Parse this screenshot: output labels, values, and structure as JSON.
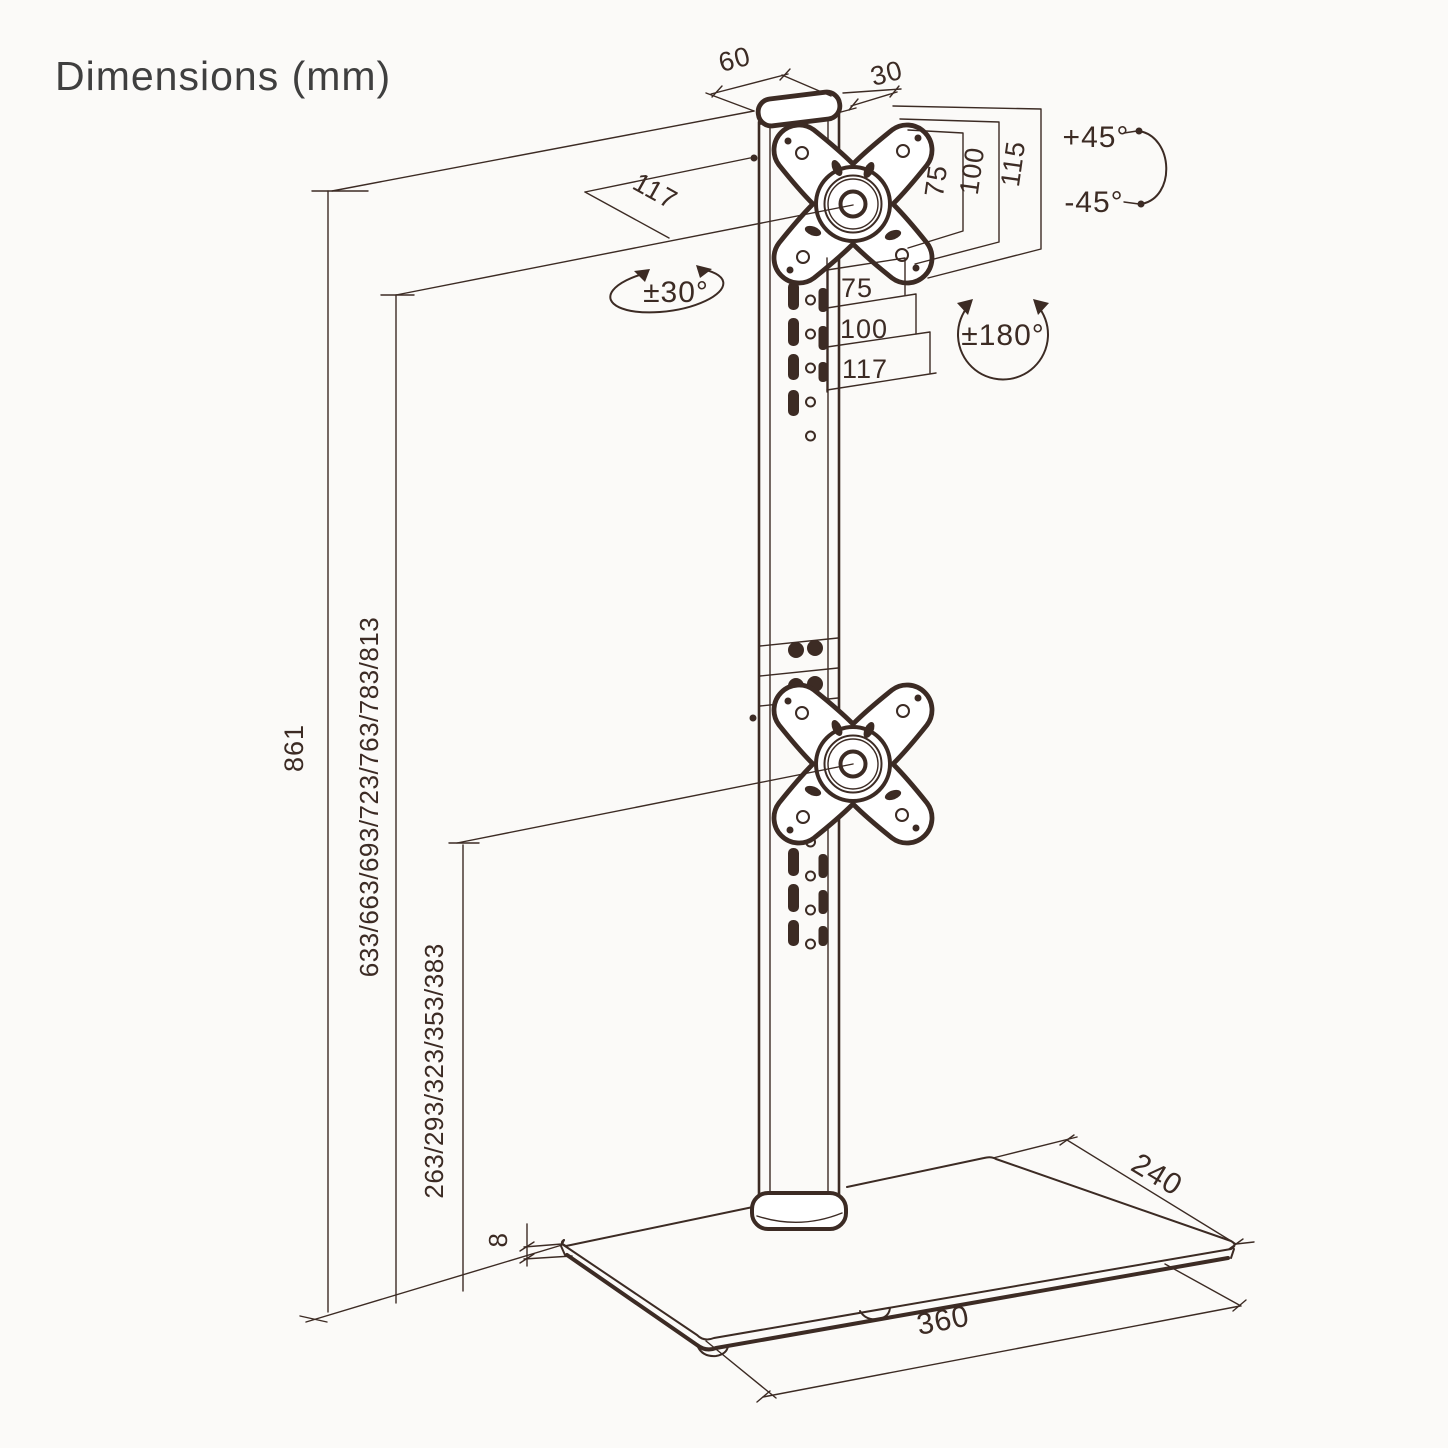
{
  "title": "Dimensions (mm)",
  "colors": {
    "line_color": "#3c2b24",
    "title_color": "#3f3f3f",
    "background": "#fbfaf8"
  },
  "labels": {
    "pole_top_width": "60",
    "pole_top_depth": "30",
    "mount_offset": "117",
    "tilt_up": "+45°",
    "tilt_down": "-45°",
    "swivel": "±30°",
    "rotation": "±180°",
    "vesa_right": [
      "75",
      "100",
      "115"
    ],
    "vesa_bottom": [
      "75",
      "100",
      "117"
    ],
    "total_height": "861",
    "upper_mount_heights": "633/663/693/723/763/783/813",
    "lower_mount_heights": "263/293/323/353/383",
    "base_thickness": "8",
    "base_depth": "240",
    "base_width": "360"
  }
}
